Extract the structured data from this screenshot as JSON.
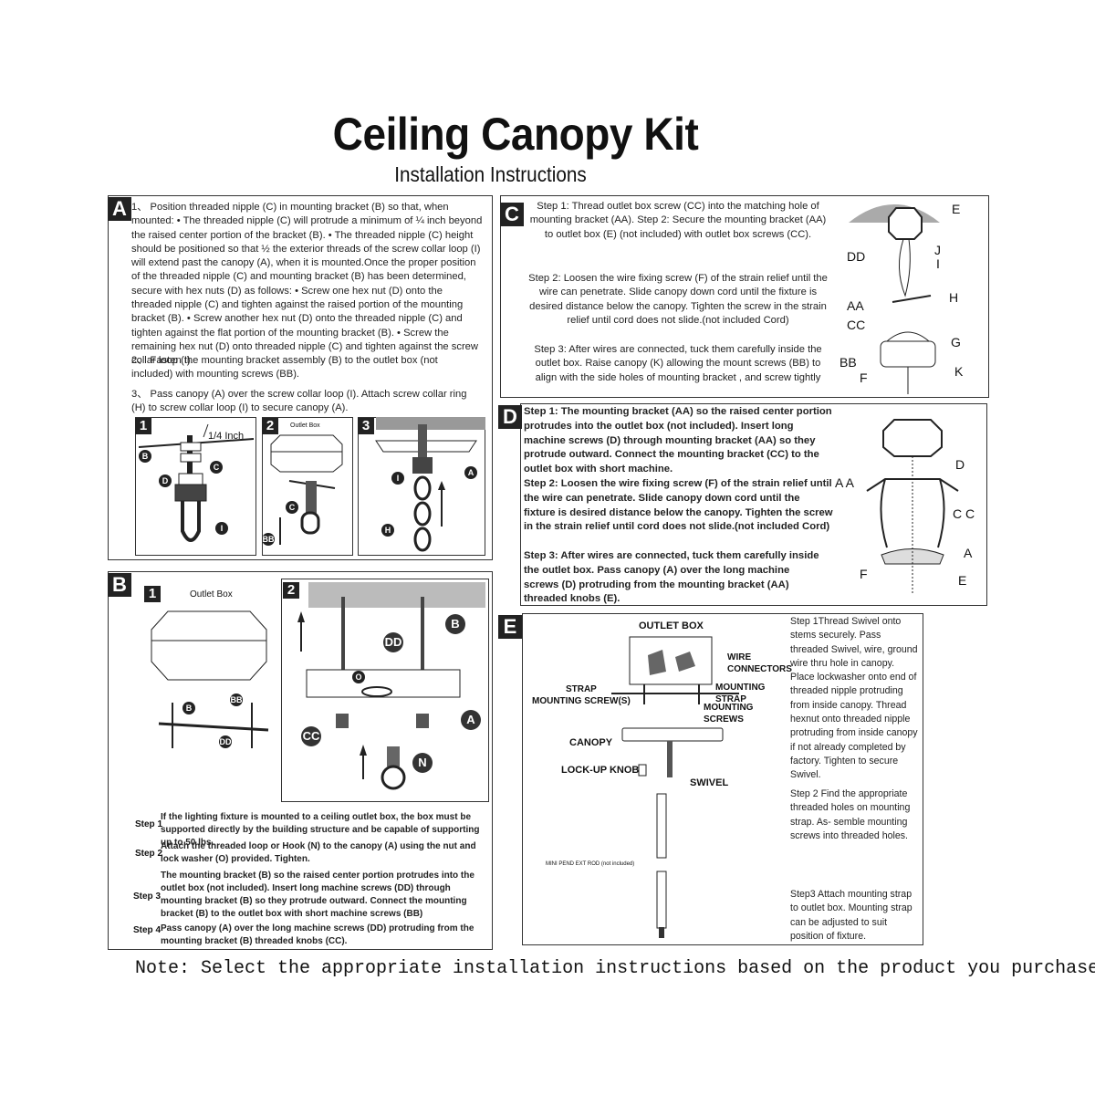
{
  "title": "Ceiling Canopy Kit",
  "subtitle": "Installation Instructions",
  "note": "Note: Select the appropriate installation instructions based on the product you purchased.",
  "sections": {
    "A": {
      "label": "A",
      "p1": "1、 Position threaded nipple (C) in mounting bracket (B) so that, when mounted: • The threaded nipple (C) will protrude a minimum of ¼ inch beyond the raised center portion of the bracket (B). • The threaded nipple (C) height should be positioned so that ½ the exterior threads of the screw collar loop (I) will extend past the canopy (A), when it is mounted.Once the proper position of the threaded nipple (C) and mounting bracket (B) has been determined, secure with hex nuts (D) as follows: • Screw one hex nut (D) onto the threaded nipple (C) and tighten against the raised portion of the mounting bracket (B). • Screw another hex nut (D) onto the threaded nipple (C) and tighten against the flat portion of the mounting bracket (B). • Screw the remaining hex nut (D) onto threaded nipple (C) and tighten against the screw collar loop (I).",
      "p2": "2、 Fasten the mounting bracket assembly (B) to the outlet box (not included) with mounting screws (BB).",
      "p3": "3、 Pass canopy (A) over the screw collar loop (I). Attach screw collar ring (H) to screw collar loop (I) to secure canopy (A).",
      "fig1_num": "1",
      "fig2_num": "2",
      "fig3_num": "3",
      "inch": "1/4 Inch",
      "outlet": "Outlet Box"
    },
    "B": {
      "label": "B",
      "fig1_num": "1",
      "fig2_num": "2",
      "outlet": "Outlet Box",
      "steps": [
        {
          "k": "Step 1",
          "t": "If the lighting fixture is mounted to a ceiling outlet box, the box must be supported directly by the building structure and be capable of supporting up to 50 lbs."
        },
        {
          "k": "Step 2",
          "t": "Attach the threaded loop  or Hook  (N) to the canopy (A) using the nut and lock washer (O) provided.  Tighten."
        },
        {
          "k": "Step 3",
          "t": "The mounting bracket (B) so the raised center portion protrudes into the outlet box (not included). Insert long machine screws (DD) through mounting bracket (B) so they protrude outward. Connect the mounting bracket (B) to the outlet box with short machine screws (BB)"
        },
        {
          "k": "Step 4",
          "t": "Pass canopy (A) over the long machine screws (DD) protruding from the mounting bracket (B)  threaded knobs (CC)."
        }
      ]
    },
    "C": {
      "label": "C",
      "s1": "Step 1: Thread outlet box screw (CC) into the matching hole of mounting bracket (AA). Step 2: Secure the mounting bracket (AA) to outlet box (E) (not included) with outlet box screws (CC).",
      "s2": "Step 2: Loosen the wire fixing screw (F) of the strain relief until the wire can penetrate. Slide canopy down cord until the fixture is desired distance below the canopy. Tighten the screw in the strain relief until cord does not slide.(not included Cord)",
      "s3": "Step 3: After wires are connected, tuck them carefully inside the outlet box. Raise canopy (K) allowing the mount screws (BB) to align with the side holes of mounting bracket , and screw tightly",
      "labels": {
        "E": "E",
        "DD": "DD",
        "J": "J",
        "I": "I",
        "AA": "AA",
        "H": "H",
        "CC": "CC",
        "G": "G",
        "BB": "BB",
        "F": "F",
        "K": "K"
      }
    },
    "D": {
      "label": "D",
      "s1": "Step 1: The mounting bracket (AA) so the raised center portion protrudes into the outlet box (not included). Insert long machine screws (D) through mounting bracket (AA) so they protrude outward. Connect the mounting bracket (CC) to the outlet box with short machine.",
      "s2": "Step 2: Loosen the wire fixing screw (F) of the strain relief until the wire can penetrate. Slide canopy down cord until the fixture is desired distance below the canopy. Tighten the screw in the strain relief until cord does not slide.(not included Cord)",
      "s3": "Step 3: After wires are connected, tuck them carefully inside the outlet box. Pass canopy (A) over the long machine screws (D) protruding from the mounting bracket (AA)  threaded knobs (E).",
      "labels": {
        "AA": "A A",
        "D": "D",
        "CC": "C C",
        "A": "A",
        "F": "F",
        "E": "E"
      }
    },
    "E": {
      "label": "E",
      "outlet": "OUTLET BOX",
      "wire": "WIRE\nCONNECTORS",
      "strap_screws": "STRAP\nMOUNTING SCREW(S)",
      "mounting_strap": "MOUNTING\nSTRAP",
      "mounting_screws": "MOUNTING\nSCREWS",
      "canopy": "CANOPY",
      "lockup": "LOCK-UP KNOB",
      "swivel": "SWIVEL",
      "rod": "MINI PEND EXT ROD (not included)",
      "s1": "Step 1Thread Swivel onto stems securely. Pass threaded Swivel, wire, ground wire thru hole in canopy. Place lockwasher onto end of threaded nipple protruding from inside canopy. Thread hexnut onto threaded nipple protruding from inside canopy if not already completed by factory. Tighten to secure Swivel.",
      "s2": "Step 2 Find the appropriate threaded holes on mounting strap. As- semble mounting screws into threaded holes.",
      "s3": "Step3 Attach mounting strap to outlet box. Mounting strap can be adjusted to suit position of fixture."
    }
  }
}
